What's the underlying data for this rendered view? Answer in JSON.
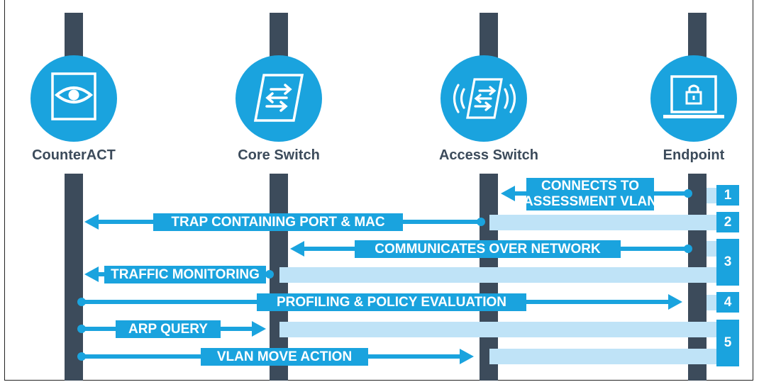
{
  "colors": {
    "accent": "#1aa3de",
    "lane": "#3c4b5b",
    "band": "#bfe3f7",
    "label_text": "#3c4b5b"
  },
  "entities": [
    {
      "name": "CounterACT",
      "icon": "eye-icon"
    },
    {
      "name": "Core Switch",
      "icon": "switch-icon"
    },
    {
      "name": "Access Switch",
      "icon": "wireless-switch-icon"
    },
    {
      "name": "Endpoint",
      "icon": "laptop-lock-icon"
    }
  ],
  "messages": [
    {
      "label": "CONNECTS TO\nASSESSMENT VLAN",
      "from": "Endpoint",
      "to": "Access Switch"
    },
    {
      "label": "TRAP CONTAINING PORT & MAC",
      "from": "Access Switch",
      "to": "CounterACT"
    },
    {
      "label": "COMMUNICATES OVER NETWORK",
      "from": "Endpoint",
      "to": "Core Switch"
    },
    {
      "label": "TRAFFIC MONITORING",
      "from": "Core Switch",
      "to": "CounterACT"
    },
    {
      "label": "PROFILING & POLICY EVALUATION",
      "from": "CounterACT",
      "to": "Endpoint"
    },
    {
      "label": "ARP QUERY",
      "from": "CounterACT",
      "to": "Core Switch"
    },
    {
      "label": "VLAN MOVE ACTION",
      "from": "CounterACT",
      "to": "Access Switch"
    }
  ],
  "steps": [
    "1",
    "2",
    "3",
    "4",
    "5"
  ]
}
